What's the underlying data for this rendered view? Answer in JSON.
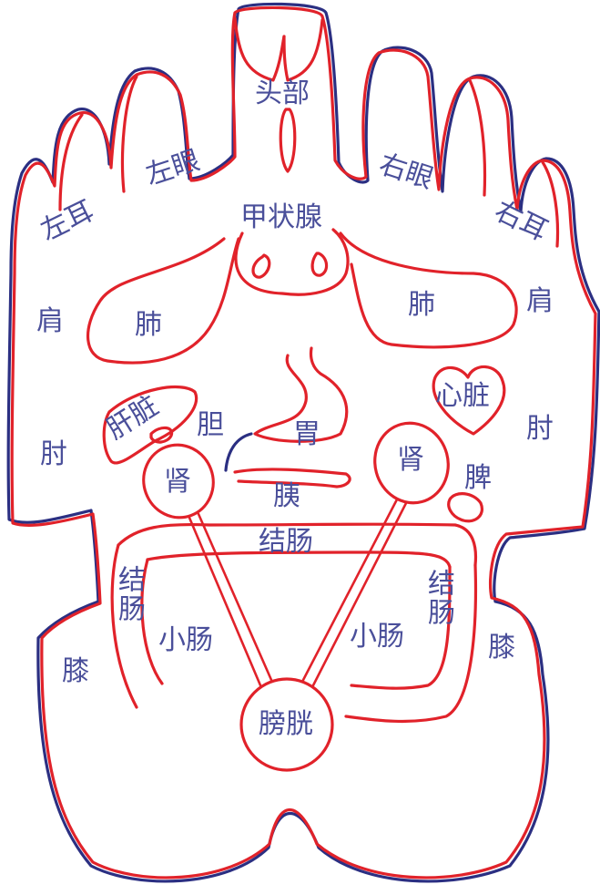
{
  "labels": {
    "head": "头部",
    "left_eye": "左眼",
    "right_eye": "右眼",
    "left_ear": "左耳",
    "right_ear": "右耳",
    "thyroid": "甲状腺",
    "left_shoulder": "肩",
    "right_shoulder": "肩",
    "left_lung": "肺",
    "right_lung": "肺",
    "heart": "心脏",
    "liver": "肝脏",
    "gallbladder": "胆",
    "stomach": "胃",
    "left_elbow": "肘",
    "right_elbow": "肘",
    "left_kidney": "肾",
    "right_kidney": "肾",
    "pancreas": "胰",
    "spleen": "脾",
    "transverse_colon": "结肠",
    "left_colon": "结肠",
    "right_colon": "结肠",
    "left_small_intestine": "小肠",
    "right_small_intestine": "小肠",
    "left_knee": "膝",
    "right_knee": "膝",
    "bladder": "膀胱"
  },
  "colors": {
    "organ_outline": "#e1222a",
    "foot_outline": "#2b2f82",
    "label_text": "#4a4f9a",
    "background": "#ffffff"
  }
}
